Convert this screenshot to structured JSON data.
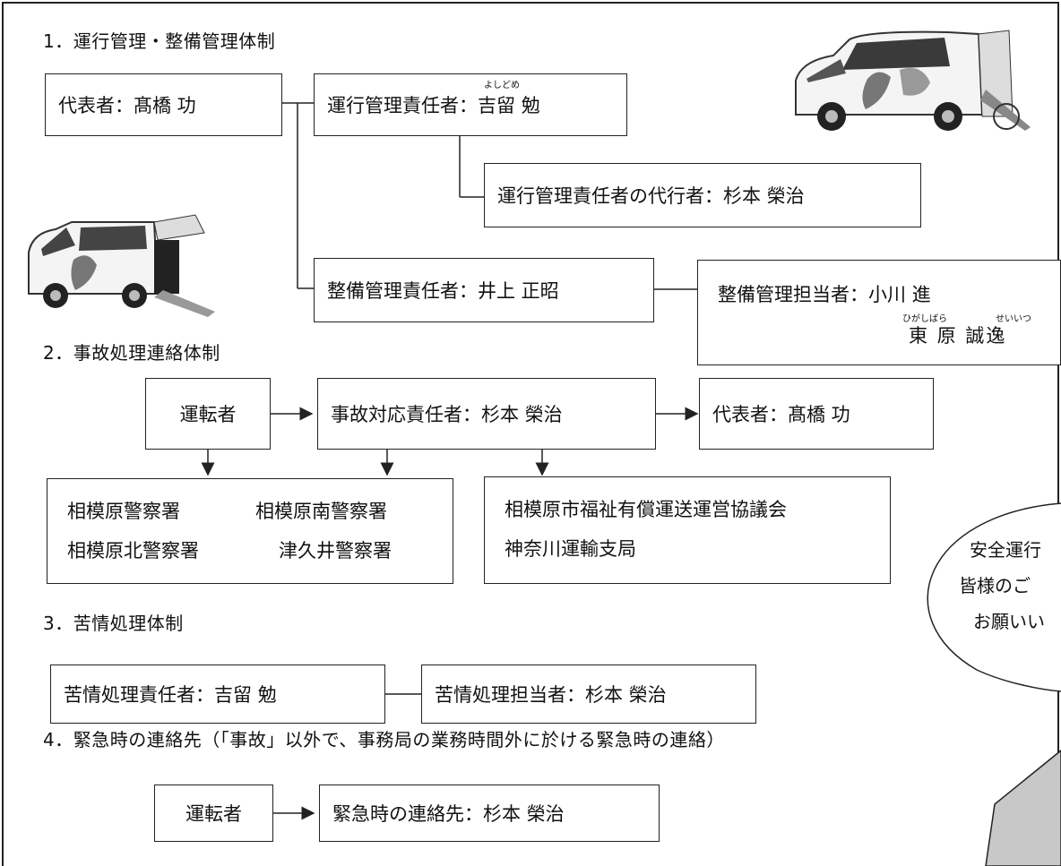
{
  "sections": {
    "s1": {
      "heading": "1．運行管理・整備管理体制"
    },
    "s2": {
      "heading": "2．事故処理連絡体制"
    },
    "s3": {
      "heading": "3．苦情処理体制"
    },
    "s4": {
      "heading": "4．緊急時の連絡先（「事故」以外で、事務局の業務時間外に於ける緊急時の連絡）"
    }
  },
  "org1": {
    "representative": "代表者：髙橋 功",
    "operation_manager": "運行管理責任者：吉留 勉",
    "operation_manager_ruby": "よしどめ",
    "operation_deputy": "運行管理責任者の代行者：杉本 榮治",
    "maintenance_manager": "整備管理責任者：井上 正昭",
    "maintenance_staff_line1": "整備管理担当者：小川 進",
    "maintenance_staff_line2": "東 原 誠逸",
    "maintenance_staff_ruby_a": "ひがしばら",
    "maintenance_staff_ruby_b": "せいいつ"
  },
  "org2": {
    "driver": "運転者",
    "accident_manager": "事故対応責任者：杉本 榮治",
    "representative": "代表者：髙橋 功",
    "police": [
      "相模原警察署",
      "相模原南警察署",
      "相模原北警察署",
      "津久井警察署"
    ],
    "agencies": [
      "相模原市福祉有償運送運営協議会",
      "神奈川運輸支局"
    ]
  },
  "org3": {
    "complaint_manager": "苦情処理責任者：吉留 勉",
    "complaint_staff": "苦情処理担当者：杉本 榮治"
  },
  "org4": {
    "driver": "運転者",
    "emergency_contact": "緊急時の連絡先：杉本 榮治"
  },
  "bubble": {
    "lines": [
      "安全運行",
      "皆様のご",
      "お願いい"
    ]
  }
}
